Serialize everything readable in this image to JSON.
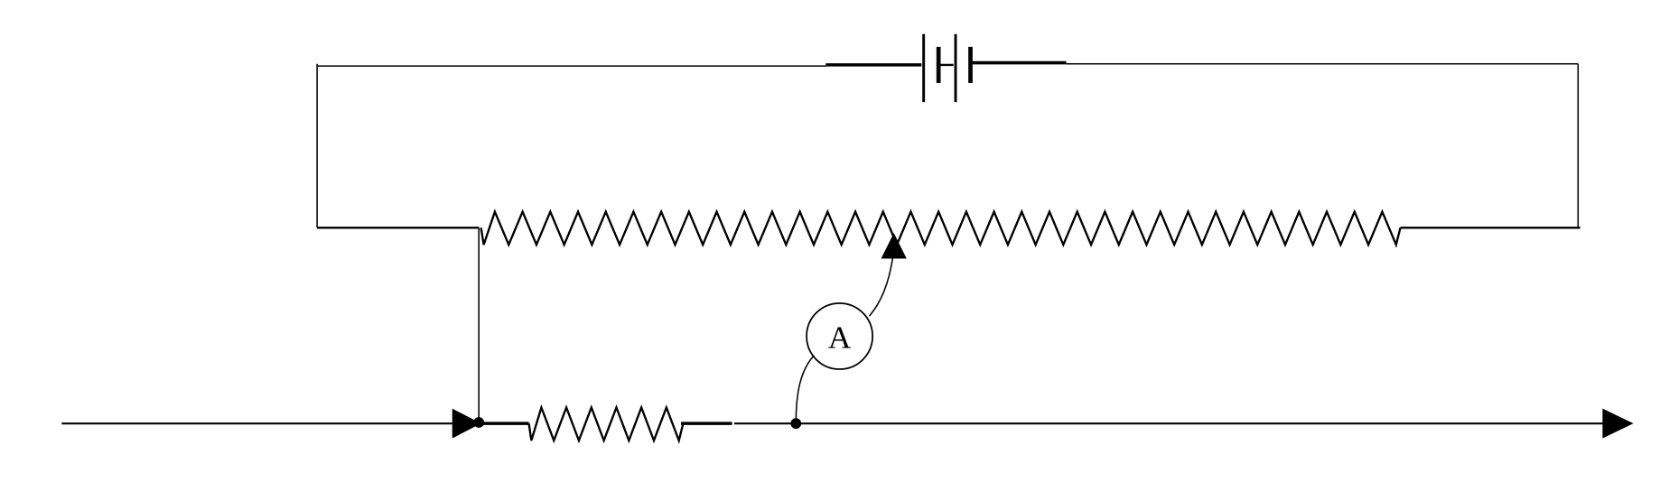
{
  "diagram": {
    "type": "circuit",
    "ammeter": {
      "label": "A"
    },
    "components": [
      "battery",
      "rheostat",
      "sliding-contact",
      "ammeter",
      "fixed-resistor"
    ],
    "colors": {
      "stroke": "#000000",
      "background": "#ffffff"
    }
  }
}
